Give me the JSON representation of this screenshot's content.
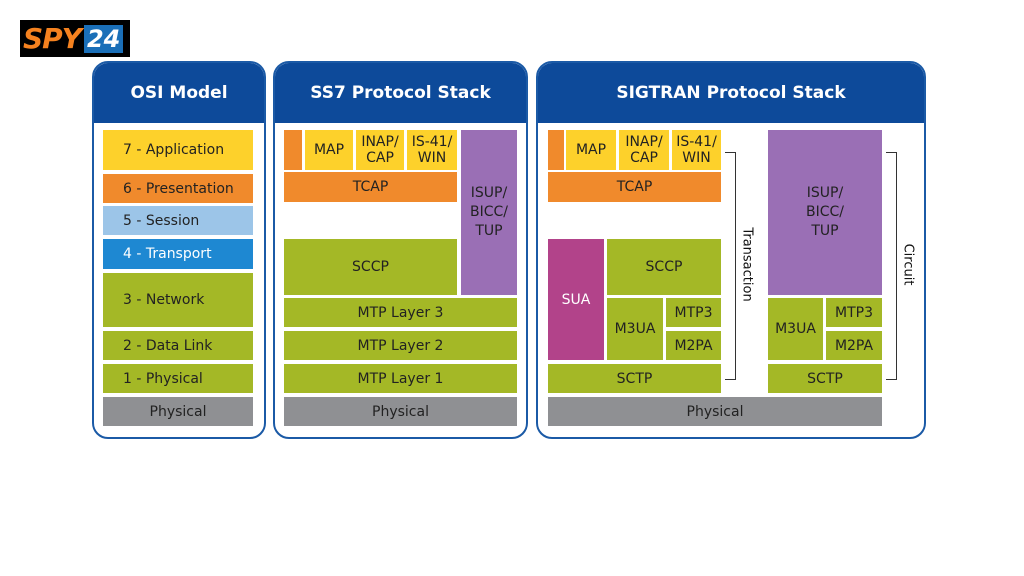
{
  "logo": {
    "spy": "SPY",
    "num": "24"
  },
  "osi": {
    "title": "OSI Model",
    "layers": [
      "7 - Application",
      "6 - Presentation",
      "5 - Session",
      "4 - Transport",
      "3 - Network",
      "2 - Data Link",
      "1 - Physical"
    ],
    "physical": "Physical"
  },
  "ss7": {
    "title": "SS7 Protocol Stack",
    "map": "MAP",
    "inap_cap": "INAP/\nCAP",
    "is41_win": "IS-41/\nWIN",
    "tcap": "TCAP",
    "isup": "ISUP/\nBICC/\nTUP",
    "sccp": "SCCP",
    "mtp3": "MTP Layer 3",
    "mtp2": "MTP Layer 2",
    "mtp1": "MTP Layer 1",
    "physical": "Physical"
  },
  "sigtran": {
    "title": "SIGTRAN Protocol Stack",
    "map": "MAP",
    "inap_cap": "INAP/\nCAP",
    "is41_win": "IS-41/\nWIN",
    "tcap": "TCAP",
    "sccp": "SCCP",
    "sua": "SUA",
    "m3ua_left": "M3UA",
    "mtp3_left": "MTP3",
    "m2pa_left": "M2PA",
    "sctp_left": "SCTP",
    "isup": "ISUP/\nBICC/\nTUP",
    "m3ua_right": "M3UA",
    "mtp3_right": "MTP3",
    "m2pa_right": "M2PA",
    "sctp_right": "SCTP",
    "transaction": "Transaction",
    "circuit": "Circuit",
    "physical": "Physical"
  },
  "colors": {
    "header": "#0d4a9a",
    "application": "#fdd12b",
    "presentation": "#f08a2c",
    "session": "#9cc5e8",
    "transport": "#1e88d2",
    "network": "#a4b826",
    "physical": "#8f9093",
    "isup": "#9a6fb5",
    "sua": "#b2438a"
  }
}
